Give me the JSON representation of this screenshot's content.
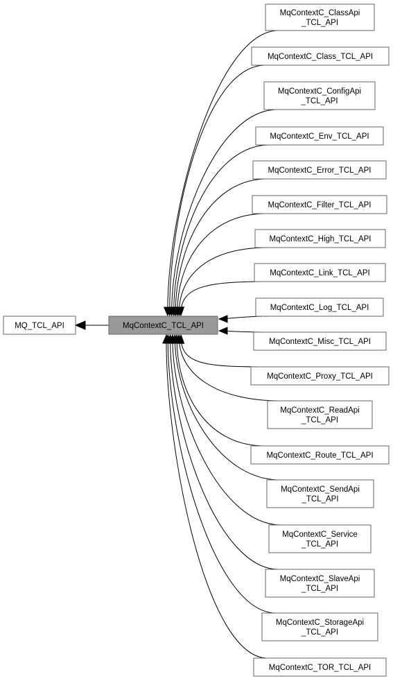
{
  "center_node": {
    "label": "MqContextC_TCL_API"
  },
  "parent_node": {
    "label": "MQ_TCL_API"
  },
  "children": [
    {
      "lines": [
        "MqContextC_ClassApi",
        "_TCL_API"
      ]
    },
    {
      "lines": [
        "MqContextC_Class_TCL_API"
      ]
    },
    {
      "lines": [
        "MqContextC_ConfigApi",
        "_TCL_API"
      ]
    },
    {
      "lines": [
        "MqContextC_Env_TCL_API"
      ]
    },
    {
      "lines": [
        "MqContextC_Error_TCL_API"
      ]
    },
    {
      "lines": [
        "MqContextC_Filter_TCL_API"
      ]
    },
    {
      "lines": [
        "MqContextC_High_TCL_API"
      ]
    },
    {
      "lines": [
        "MqContextC_Link_TCL_API"
      ]
    },
    {
      "lines": [
        "MqContextC_Log_TCL_API"
      ]
    },
    {
      "lines": [
        "MqContextC_Misc_TCL_API"
      ]
    },
    {
      "lines": [
        "MqContextC_Proxy_TCL_API"
      ]
    },
    {
      "lines": [
        "MqContextC_ReadApi",
        "_TCL_API"
      ]
    },
    {
      "lines": [
        "MqContextC_Route_TCL_API"
      ]
    },
    {
      "lines": [
        "MqContextC_SendApi",
        "_TCL_API"
      ]
    },
    {
      "lines": [
        "MqContextC_Service",
        "_TCL_API"
      ]
    },
    {
      "lines": [
        "MqContextC_SlaveApi",
        "_TCL_API"
      ]
    },
    {
      "lines": [
        "MqContextC_StorageApi",
        "_TCL_API"
      ]
    },
    {
      "lines": [
        "MqContextC_TOR_TCL_API"
      ]
    }
  ]
}
